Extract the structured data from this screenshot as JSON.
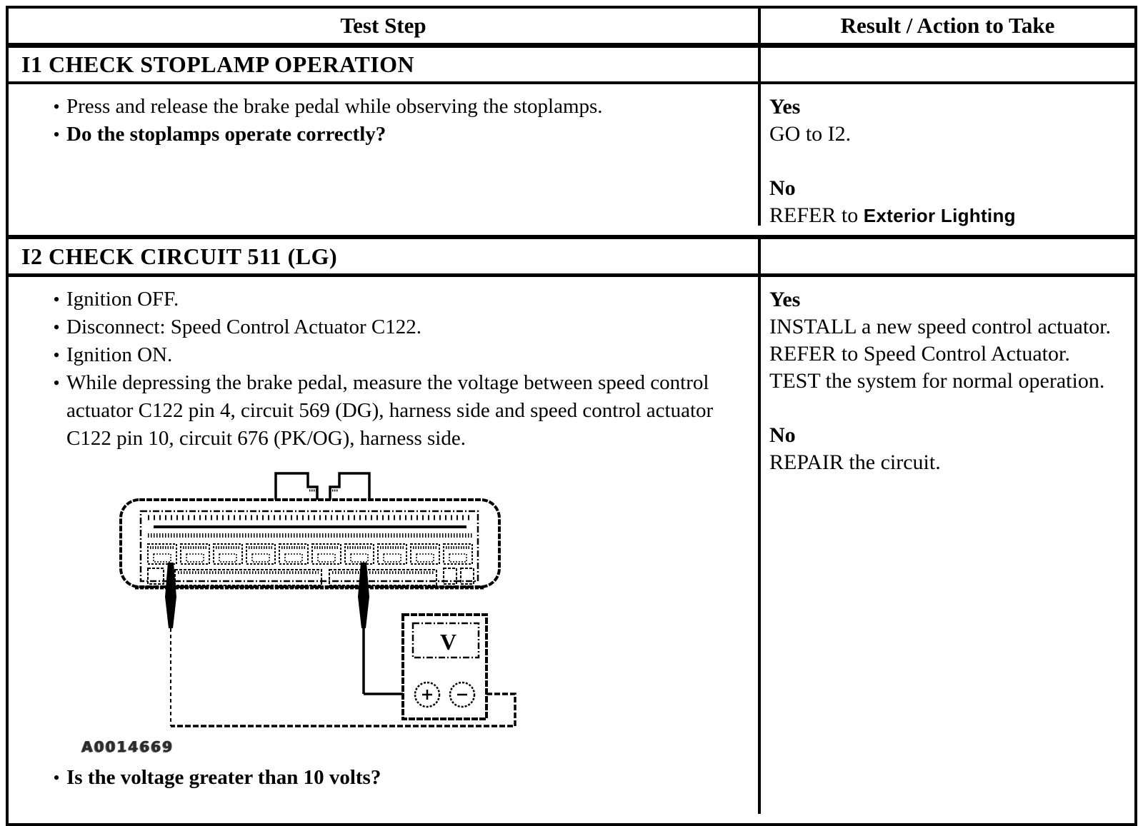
{
  "header": {
    "test_step": "Test Step",
    "result": "Result / Action to Take"
  },
  "i1": {
    "title": "I1 CHECK STOPLAMP OPERATION",
    "bullets": [
      {
        "text": "Press and release the brake pedal while observing the stoplamps."
      },
      {
        "text": "Do the stoplamps operate correctly?"
      }
    ],
    "yes_label": "Yes",
    "yes_action": "GO to I2.",
    "no_label": "No",
    "no_action_prefix": "REFER to",
    "no_action_ref": "Exterior Lighting"
  },
  "i2": {
    "title": "I2 CHECK CIRCUIT 511 (LG)",
    "bullets": [
      {
        "text": "Ignition OFF."
      },
      {
        "text": "Disconnect: Speed Control Actuator C122."
      },
      {
        "text": "Ignition ON."
      },
      {
        "text": "While depressing the brake pedal, measure the voltage between speed control actuator C122 pin 4, circuit 569 (DG), harness side and speed control actuator C122 pin 10, circuit 676 (PK/OG), harness side."
      }
    ],
    "figure": {
      "label": "A0014669",
      "meter_symbol": "V"
    },
    "final_bullet": "Is the voltage greater than 10 volts?",
    "yes_label": "Yes",
    "yes_action": "INSTALL a new speed control actuator. REFER to Speed Control Actuator. TEST the system for normal operation.",
    "no_label": "No",
    "no_action": "REPAIR the circuit."
  }
}
